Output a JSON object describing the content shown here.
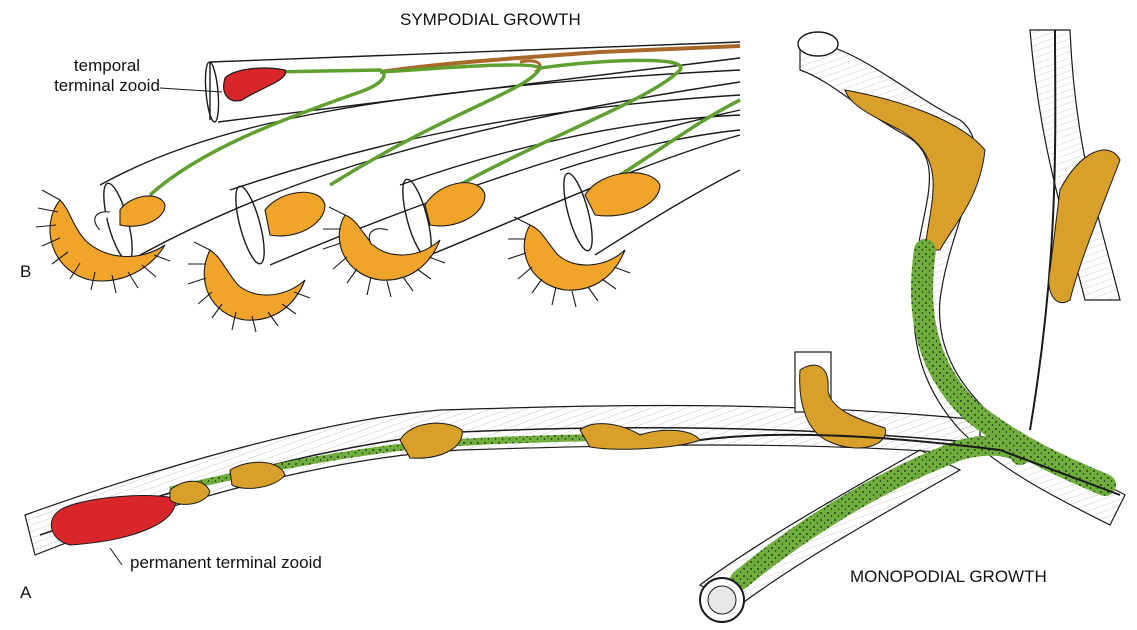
{
  "labels": {
    "sympodial_title": "SYMPODIAL GROWTH",
    "monopodial_title": "MONOPODIAL GROWTH",
    "temporal_line1": "temporal",
    "temporal_line2": "terminal zooid",
    "permanent": "permanent terminal zooid",
    "panel_b": "B",
    "panel_a": "A"
  },
  "colors": {
    "zooid_orange": "#f0a52a",
    "zooid_olive": "#d8a02a",
    "stolon_green": "#6fae3c",
    "terminal_red": "#d8262a",
    "stalk_brown": "#a8682a",
    "outline": "#1a1a1a"
  }
}
